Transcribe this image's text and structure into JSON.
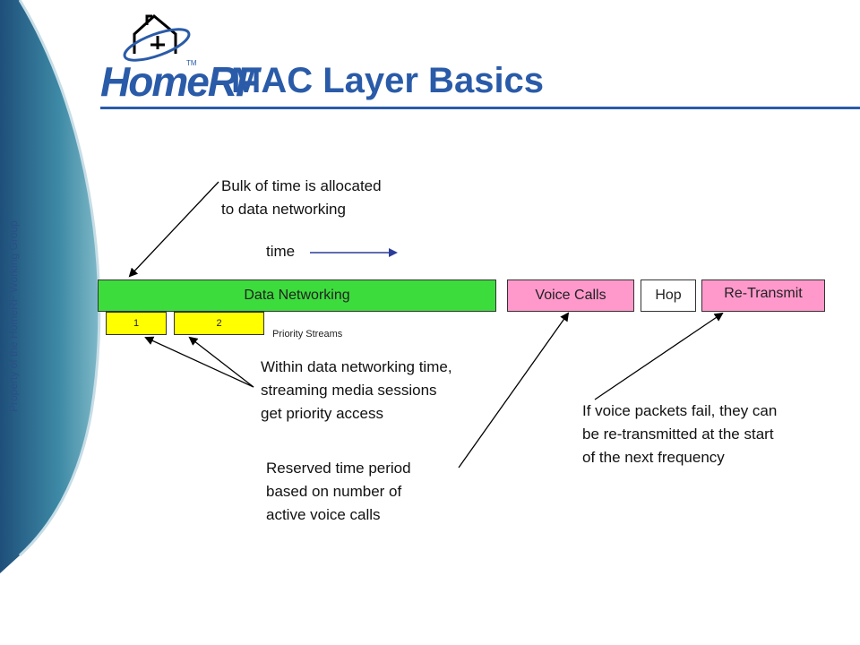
{
  "slide": {
    "title": "MAC Layer Basics",
    "logo_text": "HomeRF",
    "logo_tm": "TM",
    "side_text": "Property of the HomeRF Working Group"
  },
  "diagram": {
    "time_label": "time",
    "segments": {
      "data_networking": "Data Networking",
      "voice_calls": "Voice Calls",
      "hop": "Hop",
      "retransmit": "Re-Transmit"
    },
    "priority": {
      "stream1": "1",
      "stream2": "2",
      "label": "Priority Streams"
    },
    "notes": {
      "bulk_line1": "Bulk of time is allocated",
      "bulk_line2": "to data networking",
      "within_line1": "Within data networking time,",
      "within_line2": "streaming media sessions",
      "within_line3": "get priority access",
      "reserved_line1": "Reserved time period",
      "reserved_line2": "based on number of",
      "reserved_line3": "active voice calls",
      "fail_line1": "If voice packets fail, they can",
      "fail_line2": "be re-transmitted at the start",
      "fail_line3": "of the next frequency"
    },
    "colors": {
      "data": "#3ddc3d",
      "voice": "#ff99cc",
      "hop": "#ffffff",
      "retransmit": "#ff99cc",
      "priority": "#ffff00",
      "accent": "#2a5ba8"
    }
  }
}
